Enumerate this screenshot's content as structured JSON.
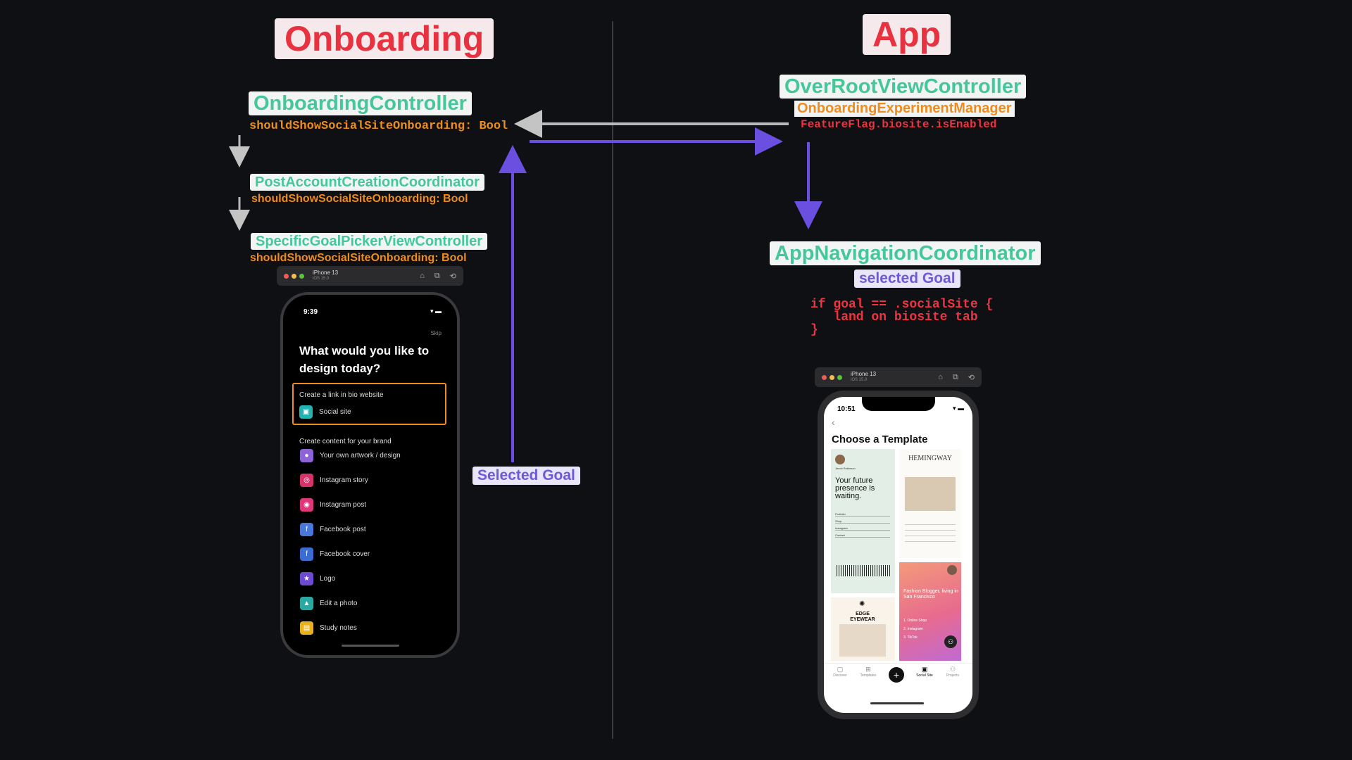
{
  "onboarding": {
    "title": "Onboarding",
    "controller": "OnboardingController",
    "controller_prop": "shouldShowSocialSiteOnboarding: Bool",
    "post_account": "PostAccountCreationCoordinator",
    "post_account_prop": "shouldShowSocialSiteOnboarding: Bool",
    "goal_picker": "SpecificGoalPickerViewController",
    "goal_picker_prop": "shouldShowSocialSiteOnboarding: Bool",
    "selected_goal_tag": "Selected Goal"
  },
  "app": {
    "title": "App",
    "root_controller": "OverRootViewController",
    "experiment_manager": "OnboardingExperimentManager",
    "feature_flag": "FeatureFlag.biosite.isEnabled",
    "nav_coordinator": "AppNavigationCoordinator",
    "selected_goal_tag": "selected Goal",
    "code_line1": "if goal == .socialSite {",
    "code_line2": "   land on biosite tab",
    "code_line3": "}"
  },
  "colors": {
    "background": "#0f1013",
    "title_red": "#e8323f",
    "class_green": "#45c79a",
    "prop_orange": "#f08c1d",
    "arrow_purple": "#6a4fe0",
    "arrow_gray": "#b9b9b9"
  },
  "left_sim": {
    "device": "iPhone 13",
    "os": "iOS 15.0",
    "time": "9:39",
    "skip": "Skip",
    "heading": "What would you like to design today?",
    "link_section": "Create a link in bio website",
    "social_site": "Social site",
    "content_section": "Create content for your brand",
    "items": [
      {
        "label": "Your own artwork / design",
        "color": "#8e63d6",
        "icon": "palette-icon"
      },
      {
        "label": "Instagram story",
        "color": "#d6336c",
        "icon": "instagram-story-icon"
      },
      {
        "label": "Instagram post",
        "color": "#e0367a",
        "icon": "instagram-post-icon"
      },
      {
        "label": "Facebook post",
        "color": "#4a78d8",
        "icon": "facebook-post-icon"
      },
      {
        "label": "Facebook cover",
        "color": "#3c6ccf",
        "icon": "facebook-cover-icon"
      },
      {
        "label": "Logo",
        "color": "#6d4bd1",
        "icon": "star-icon"
      },
      {
        "label": "Edit a photo",
        "color": "#2ba8a0",
        "icon": "photo-icon"
      },
      {
        "label": "Study notes",
        "color": "#e8b21d",
        "icon": "notes-icon"
      }
    ]
  },
  "right_sim": {
    "device": "iPhone 13",
    "os": "iOS 15.0",
    "time": "10:51",
    "heading": "Choose a Template",
    "card1_name": "Jacob Robinson",
    "card1_headline": "Your future presence is waiting.",
    "card1_links": [
      "Portfolio",
      "Shop",
      "Instagram",
      "Contact"
    ],
    "card2_title": "HEMINGWAY",
    "card3_title": "EDGE EYEWEAR",
    "card4_text": "Fashion Blogger, living in San Francisco",
    "card4_links": [
      "1. Online Shop",
      "2. Instagram",
      "3. TikTok"
    ],
    "tabs": [
      "Discover",
      "Templates",
      "",
      "Social Site",
      "Projects"
    ]
  }
}
